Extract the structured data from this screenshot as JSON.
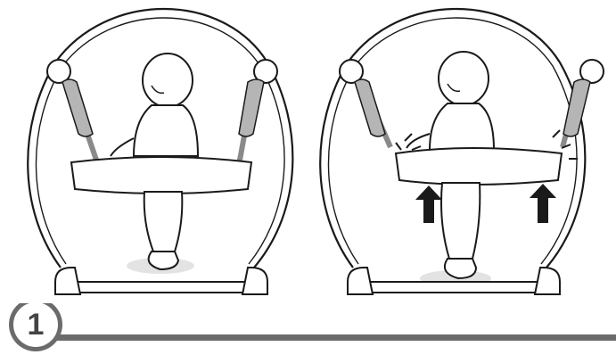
{
  "step": {
    "number": "1"
  },
  "panels": [
    {
      "state": "standing-in-jumper"
    },
    {
      "state": "seat-raised",
      "indicator_icon": "up-arrow-icon"
    }
  ],
  "colors": {
    "stroke": "#1a1a1a",
    "strap": "#8a8a8a",
    "shadow": "#e3e3e3",
    "step_gray": "#6b6b6b"
  }
}
